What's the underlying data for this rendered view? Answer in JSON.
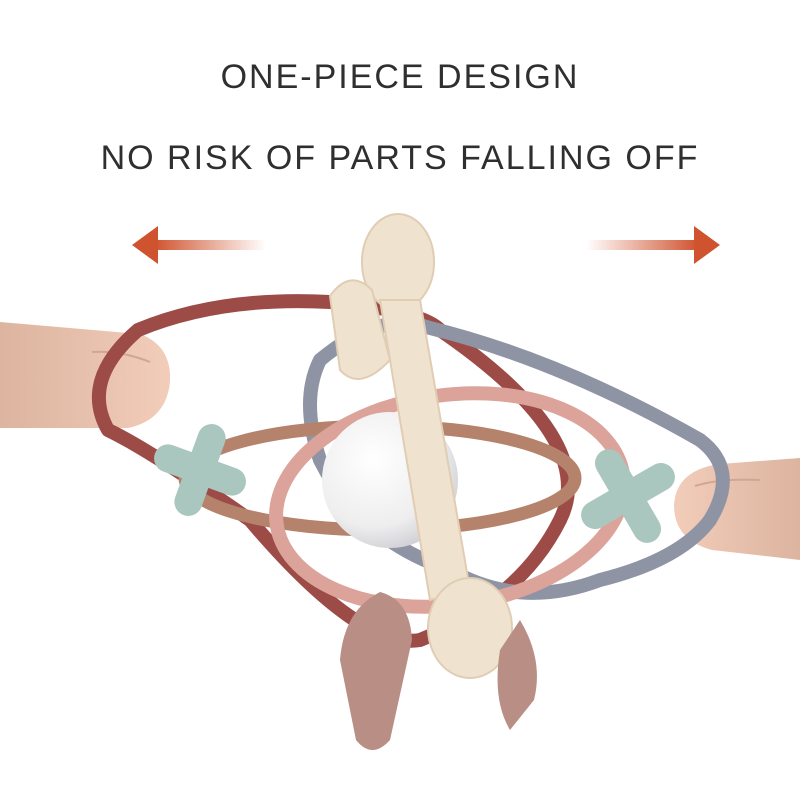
{
  "headline": {
    "line1": "ONE-PIECE DESIGN",
    "line2": "NO RISK OF PARTS FALLING OFF"
  },
  "product": {
    "image_description": "silicone baby teether toy with interlocking loops held and stretched by two fingers",
    "icons": [
      "left-arrow-icon",
      "right-arrow-icon"
    ]
  },
  "colors": {
    "text": "#2f2f2f",
    "arrow": "#d0532f",
    "loop_red": "#9c4b47",
    "loop_gray": "#8f94a5",
    "loop_pink": "#dba39a",
    "loop_tan": "#b5836b",
    "cream": "#efe2cf",
    "mint": "#a9c6bf",
    "skin": "#e8c2ae"
  }
}
